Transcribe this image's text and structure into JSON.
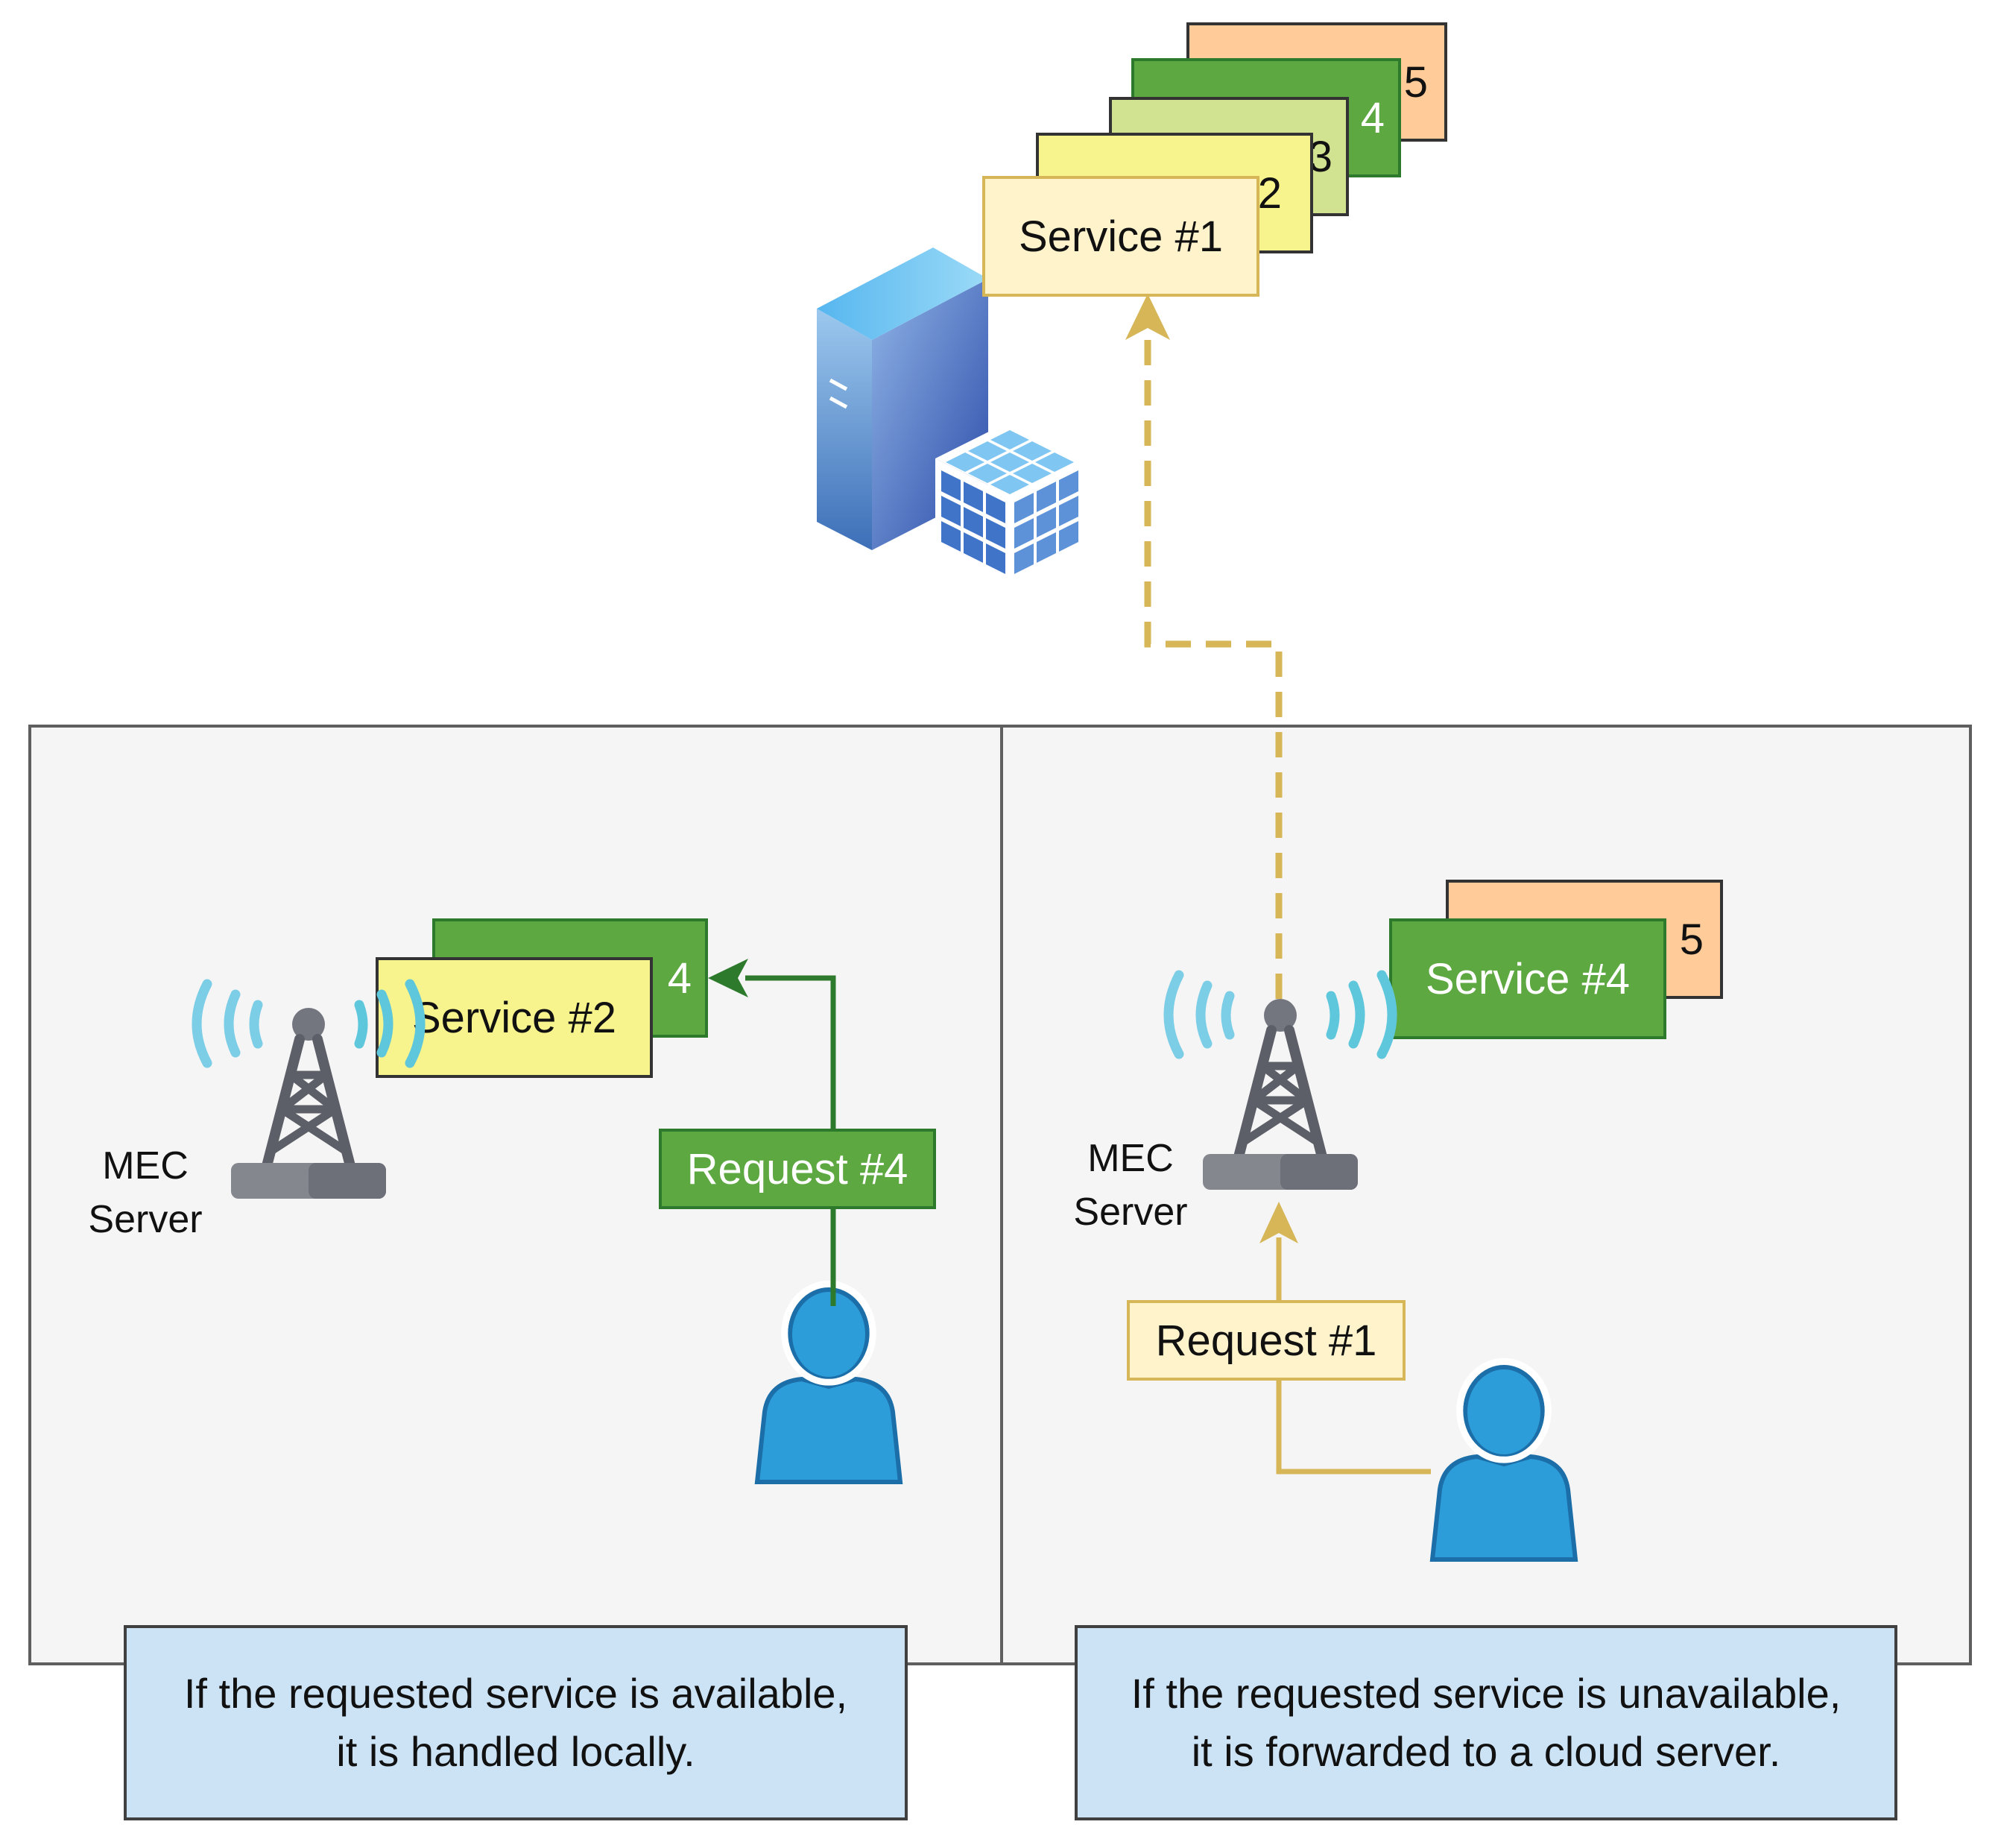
{
  "cloud": {
    "services": [
      {
        "label": "Service #5",
        "visible_text": "5"
      },
      {
        "label": "Service #4",
        "visible_text": "4"
      },
      {
        "label": "Service #3",
        "visible_text": "3"
      },
      {
        "label": "Service #2",
        "visible_text": "2"
      },
      {
        "label": "Service #1",
        "visible_text": "Service #1"
      }
    ]
  },
  "left_panel": {
    "mec_label_line1": "MEC",
    "mec_label_line2": "Server",
    "back_service_text": "4",
    "front_service_text": "Service #2",
    "request_label": "Request #4",
    "note_line1": "If the requested service is available,",
    "note_line2": "it is handled locally."
  },
  "right_panel": {
    "mec_label_line1": "MEC",
    "mec_label_line2": "Server",
    "back_service_text": "5",
    "front_service_text": "Service #4",
    "request_label": "Request #1",
    "note_line1": "If the requested service is unavailable,",
    "note_line2": "it is forwarded to a cloud server."
  },
  "colors": {
    "service1_fill": "#fff3cc",
    "service2_fill": "#f7f38d",
    "service3_fill": "#d1e291",
    "service4_fill": "#5ea842",
    "service5_fill": "#ffcc99",
    "request1_arrow": "#d6b656",
    "request4_arrow": "#2d7a2d",
    "note_fill": "#cce3f5",
    "user_icon": "#2c9dd8"
  }
}
